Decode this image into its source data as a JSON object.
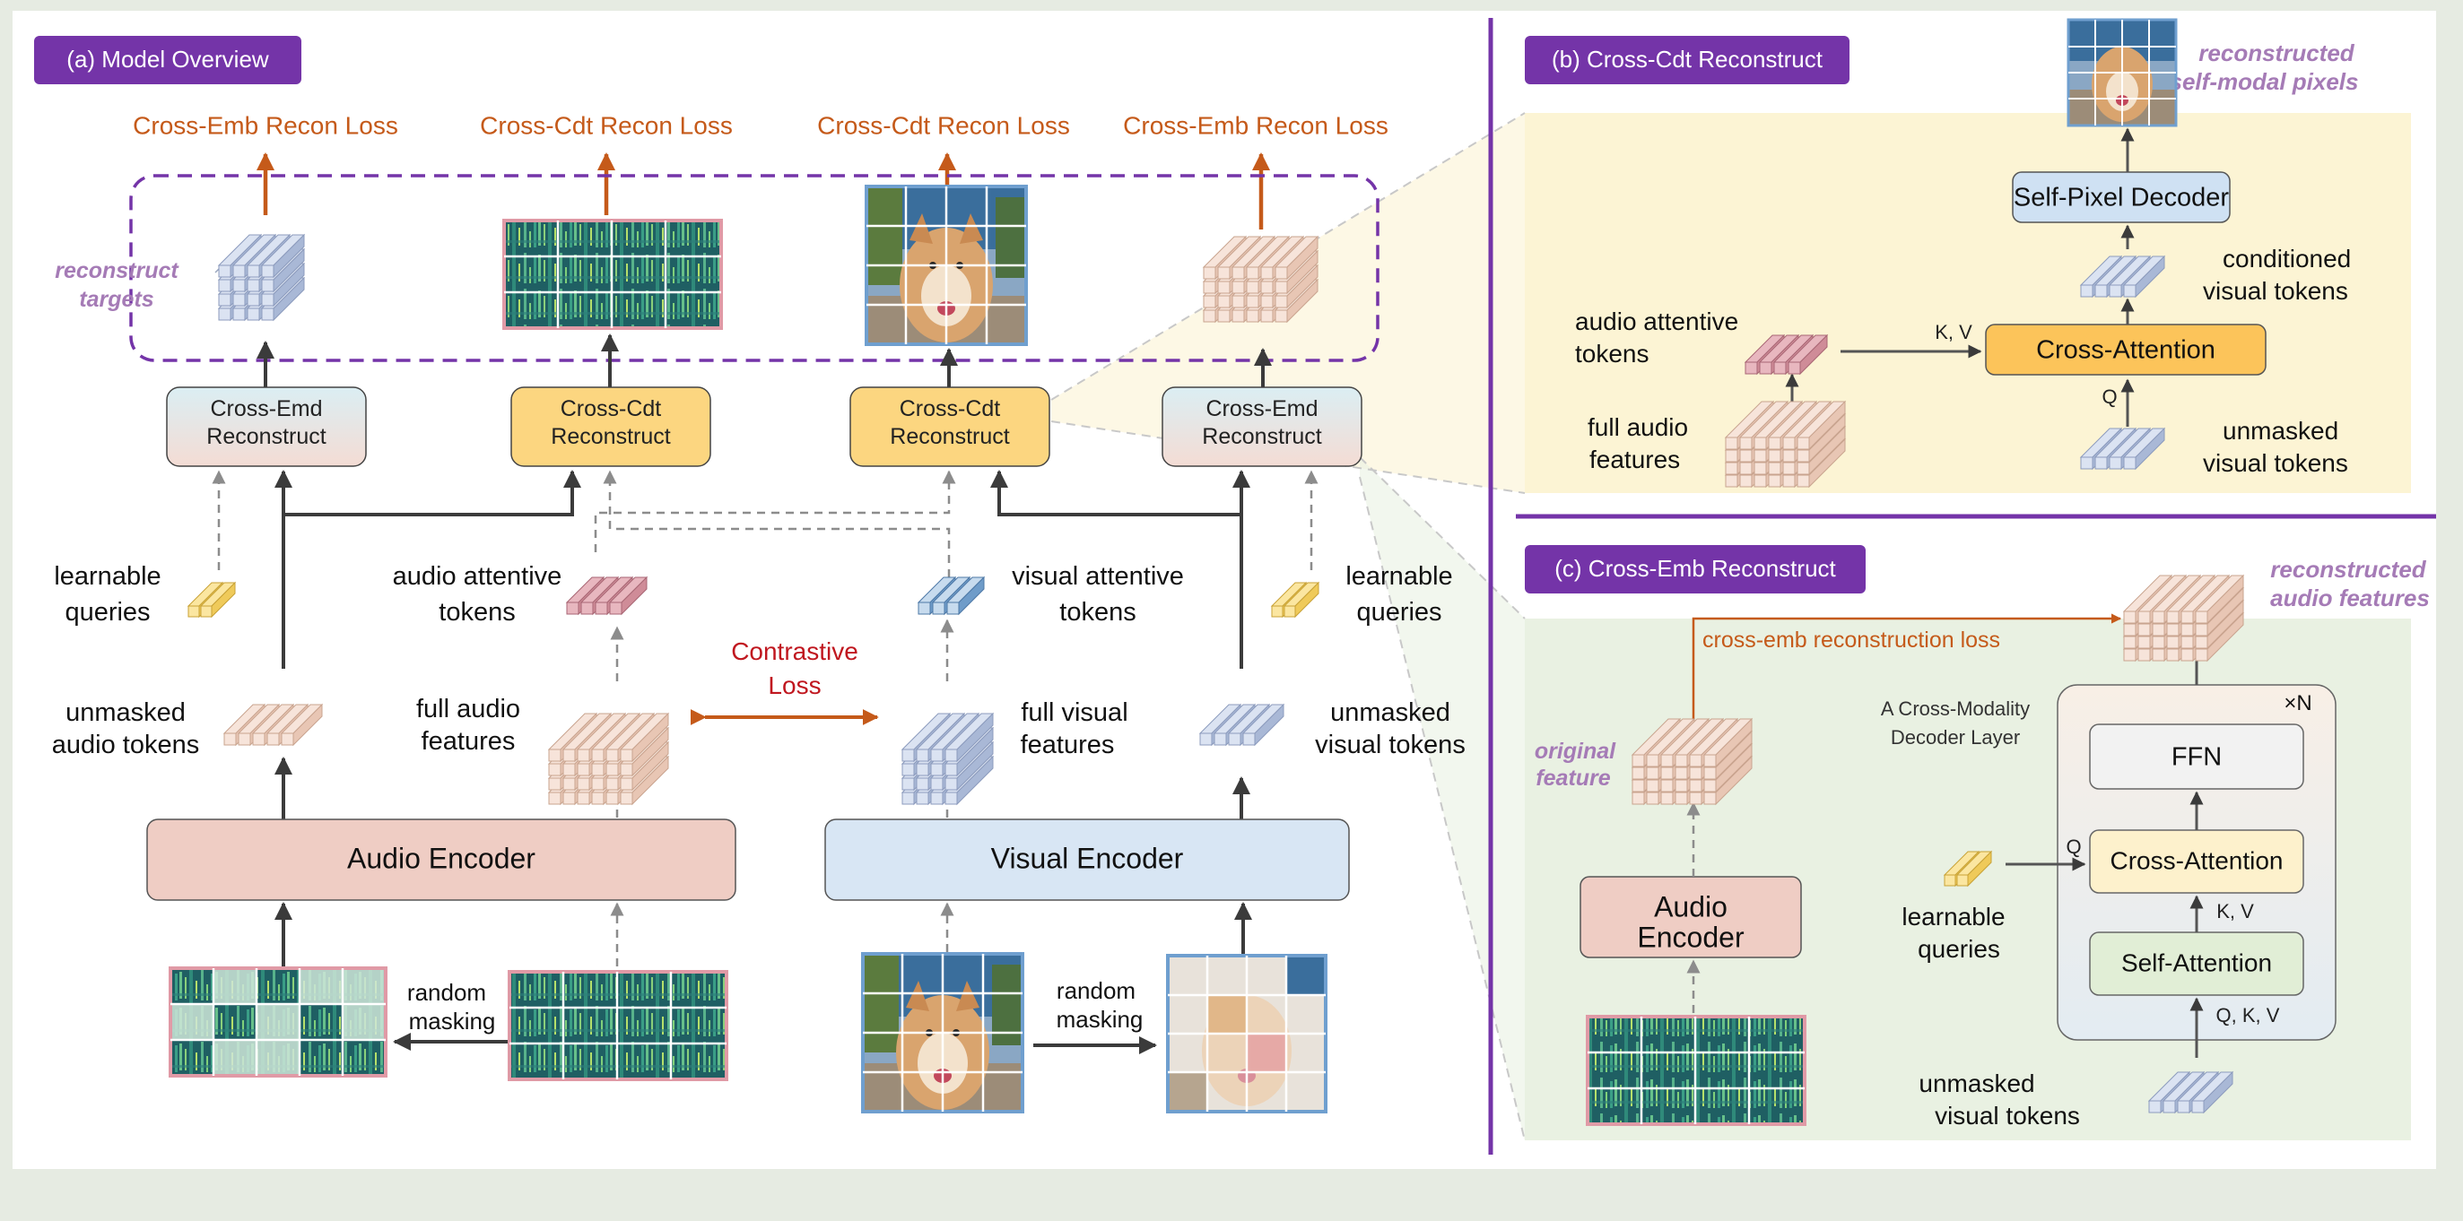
{
  "colors": {
    "purple": "#7434a8",
    "orange": "#c55a1a",
    "red": "#c0171f",
    "lilac": "#a57bb6",
    "audio_box": "#efcdc4",
    "visual_box": "#d8e6f4",
    "cdt_box": "#fcd680",
    "emd_box": "#e2eef0",
    "panel_b_bg": "#fcf4d4",
    "panel_c_bg": "#e9f1e2"
  },
  "panel_a": {
    "title": "(a)  Model Overview",
    "losses": [
      "Cross-Emb Recon Loss",
      "Cross-Cdt Recon Loss",
      "Cross-Cdt Recon Loss",
      "Cross-Emb Recon Loss"
    ],
    "reconstruct_targets": [
      "reconstruct",
      "targets"
    ],
    "recon_boxes": [
      [
        "Cross-Emd",
        "Reconstruct"
      ],
      [
        "Cross-Cdt",
        "Reconstruct"
      ],
      [
        "Cross-Cdt",
        "Reconstruct"
      ],
      [
        "Cross-Emd",
        "Reconstruct"
      ]
    ],
    "learnable_queries": [
      "learnable",
      "queries"
    ],
    "audio_attentive_tokens": [
      "audio attentive",
      "tokens"
    ],
    "visual_attentive_tokens": [
      "visual attentive",
      "tokens"
    ],
    "contrastive_loss": [
      "Contrastive",
      "Loss"
    ],
    "unmasked_audio_tokens": [
      "unmasked",
      "audio tokens"
    ],
    "full_audio_features": [
      "full audio",
      "features"
    ],
    "full_visual_features": [
      "full visual",
      "features"
    ],
    "unmasked_visual_tokens": [
      "unmasked",
      "visual tokens"
    ],
    "audio_encoder": "Audio Encoder",
    "visual_encoder": "Visual Encoder",
    "random_masking": [
      "random",
      "masking"
    ]
  },
  "panel_b": {
    "title": "(b) Cross-Cdt Reconstruct",
    "reconstructed_pixels": [
      "reconstructed",
      "self-modal pixels"
    ],
    "self_pixel_decoder": "Self-Pixel Decoder",
    "conditioned_visual_tokens": [
      "conditioned",
      "visual tokens"
    ],
    "audio_attentive_tokens": [
      "audio attentive",
      "tokens"
    ],
    "kv": "K, V",
    "cross_attention": "Cross-Attention",
    "q": "Q",
    "full_audio_features": [
      "full audio",
      "features"
    ],
    "unmasked_visual_tokens": [
      "unmasked",
      "visual tokens"
    ]
  },
  "panel_c": {
    "title": "(c) Cross-Emb Reconstruct",
    "reconstructed_audio_features": [
      "reconstructed",
      "audio features"
    ],
    "cross_emb_loss": "cross-emb reconstruction loss",
    "decoder_layer": [
      "A Cross-Modality",
      "Decoder Layer"
    ],
    "times_n": "×N",
    "original_feature": [
      "original",
      "feature"
    ],
    "ffn": "FFN",
    "q": "Q",
    "cross_attention": "Cross-Attention",
    "kv": "K, V",
    "self_attention": "Self-Attention",
    "qkv": "Q, K, V",
    "audio_encoder": [
      "Audio",
      "Encoder"
    ],
    "learnable_queries": [
      "learnable",
      "queries"
    ],
    "unmasked_visual_tokens": [
      "unmasked",
      "visual tokens"
    ]
  }
}
